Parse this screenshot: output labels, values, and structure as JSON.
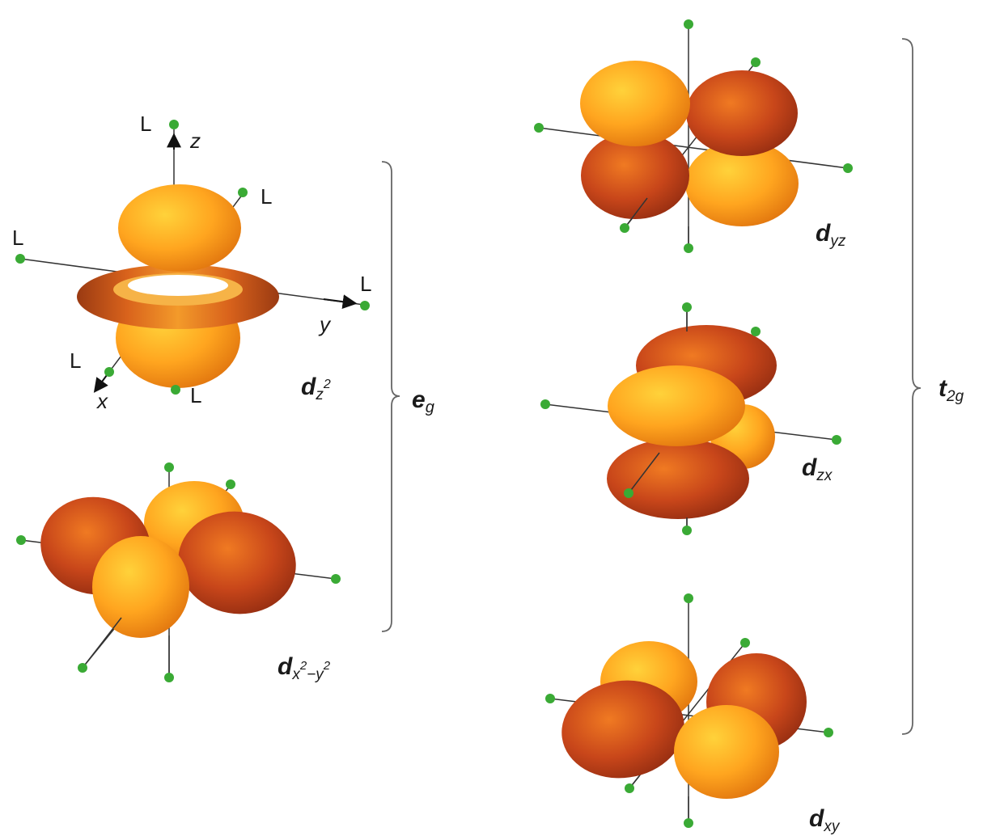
{
  "ligand_label": "L",
  "axes": {
    "x": "x",
    "y": "y",
    "z": "z"
  },
  "orbitals": {
    "dz2": {
      "d": "d",
      "sub": "z",
      "sup": "2"
    },
    "dx2y2": {
      "d": "d",
      "sub1": "x",
      "sup1": "2",
      "dash": "−",
      "sub2": "y",
      "sup2": "2"
    },
    "dyz": {
      "d": "d",
      "sub": "yz"
    },
    "dzx": {
      "d": "d",
      "sub": "zx"
    },
    "dxy": {
      "d": "d",
      "sub": "xy"
    }
  },
  "groups": {
    "eg": {
      "main": "e",
      "sub": "g"
    },
    "t2g": {
      "main": "t",
      "sub": "2g"
    }
  },
  "colors": {
    "lobe_orange": "#ffa51f",
    "lobe_red": "#c8461a",
    "ligand_green": "#3aaa35",
    "axis_line": "#333333",
    "brace": "#666666"
  }
}
